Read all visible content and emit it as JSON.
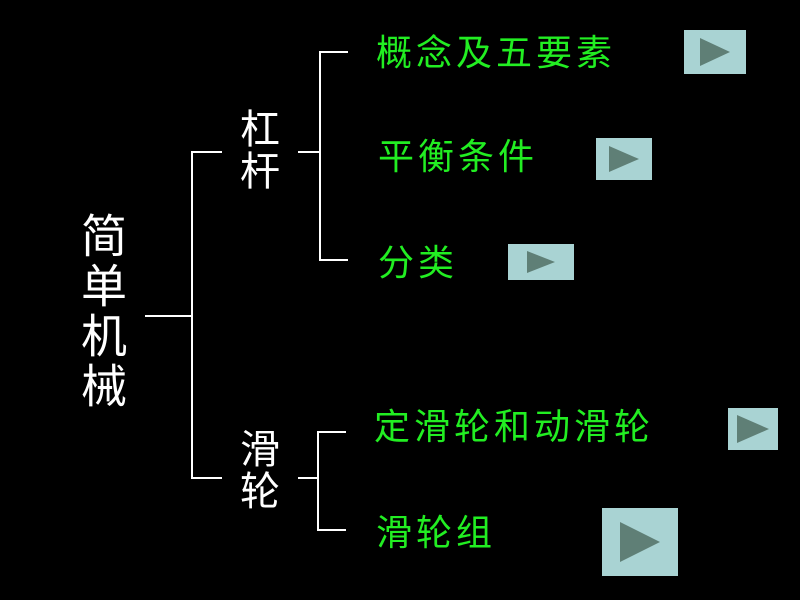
{
  "root": {
    "label": "简单机械"
  },
  "branches": [
    {
      "label": "杠杆",
      "items": [
        {
          "label": "概念及五要素",
          "button_icon": "play-triangle-icon"
        },
        {
          "label": "平衡条件",
          "button_icon": "play-triangle-icon"
        },
        {
          "label": "分类",
          "button_icon": "play-triangle-icon"
        }
      ]
    },
    {
      "label": "滑轮",
      "items": [
        {
          "label": "定滑轮和动滑轮",
          "button_icon": "play-triangle-icon"
        },
        {
          "label": "滑轮组",
          "button_icon": "play-triangle-icon"
        }
      ]
    }
  ],
  "colors": {
    "background": "#000000",
    "root_text": "#ffffff",
    "leaf_text": "#22ee22",
    "button_bg": "#a9d3d3",
    "button_icon": "#5f7f76",
    "lines": "#ffffff"
  }
}
